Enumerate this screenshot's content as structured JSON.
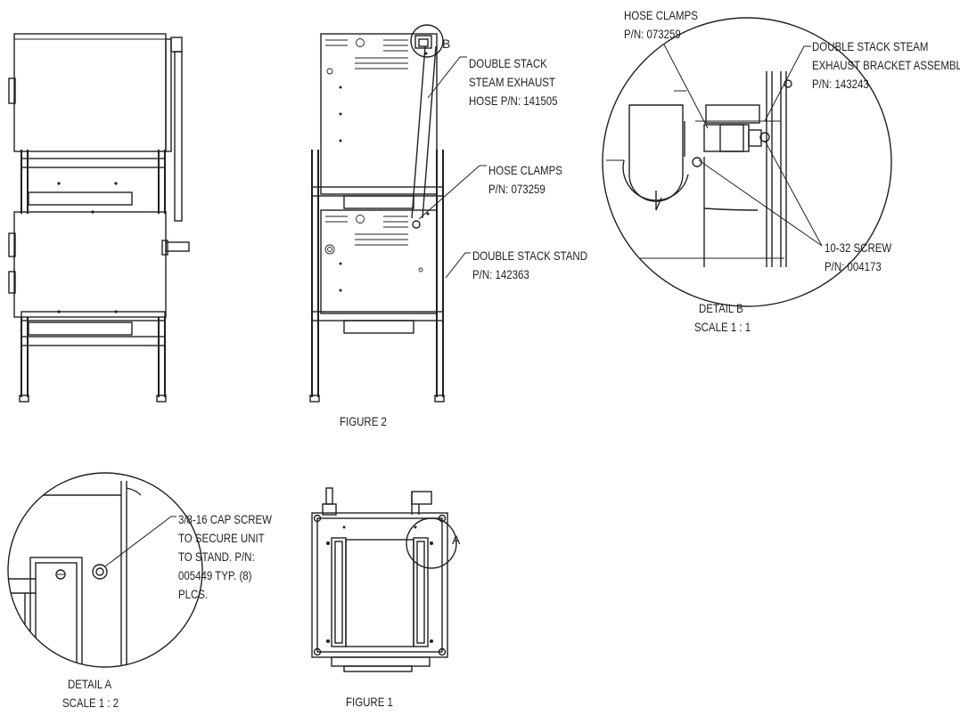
{
  "figure_captions": {
    "figure_2": "FIGURE 2",
    "figure_1": "FIGURE 1",
    "detail_a_title": "DETAIL A",
    "detail_a_scale": "SCALE 1 : 2",
    "detail_b_title": "DETAIL B",
    "detail_b_scale": "SCALE 1 : 1"
  },
  "detail_markers": {
    "b": "B",
    "a": "A"
  },
  "callouts": {
    "exhaust_hose": [
      "DOUBLE STACK",
      "STEAM EXHAUST",
      "HOSE P/N: 141505"
    ],
    "hose_clamps_fig2": [
      "HOSE CLAMPS",
      "P/N: 073259"
    ],
    "stand": [
      "DOUBLE STACK STAND",
      "P/N: 142363"
    ],
    "hose_clamps_detail_b": [
      "HOSE CLAMPS",
      "P/N: 073259"
    ],
    "bracket_assembly": [
      "DOUBLE STACK STEAM",
      "EXHAUST BRACKET ASSEMBLY",
      "P/N: 143243"
    ],
    "screw_10_32": [
      "10-32 SCREW",
      "P/N: 004173"
    ],
    "cap_screw": [
      "3/8-16 CAP SCREW",
      "TO SECURE UNIT",
      "TO STAND. P/N:",
      "005449 TYP. (8)",
      "PLCS."
    ]
  }
}
